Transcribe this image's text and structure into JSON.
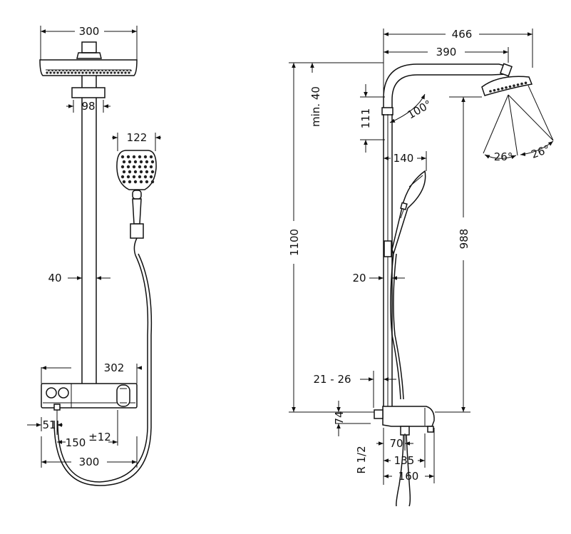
{
  "front_view": {
    "dim_head_width": "300",
    "dim_head_connector": "98",
    "dim_hand_head_width": "122",
    "dim_pipe_diameter": "40",
    "dim_shelf_width": "302",
    "dim_inlet_offset": "51",
    "dim_inlet_center": "150",
    "dim_inlet_tolerance": "±12",
    "dim_base_width": "300"
  },
  "side_view": {
    "dim_total_reach": "466",
    "dim_arm_reach": "390",
    "dim_min_height_offset": "min. 40",
    "dim_arm_gap": "111",
    "dim_arm_angle": "100°",
    "dim_hand_shower_offset": "140",
    "dim_tilt_angle_left": "26°",
    "dim_tilt_angle_right": "26°",
    "dim_total_height": "1100",
    "dim_head_height": "988",
    "dim_rail_diameter": "20",
    "dim_wall_distance_range": "21  -  26",
    "dim_connection_height": "74",
    "dim_thread": "R 1/2",
    "dim_thermostat_depth": "70",
    "dim_thermostat_body": "135",
    "dim_thermostat_total": "160"
  }
}
